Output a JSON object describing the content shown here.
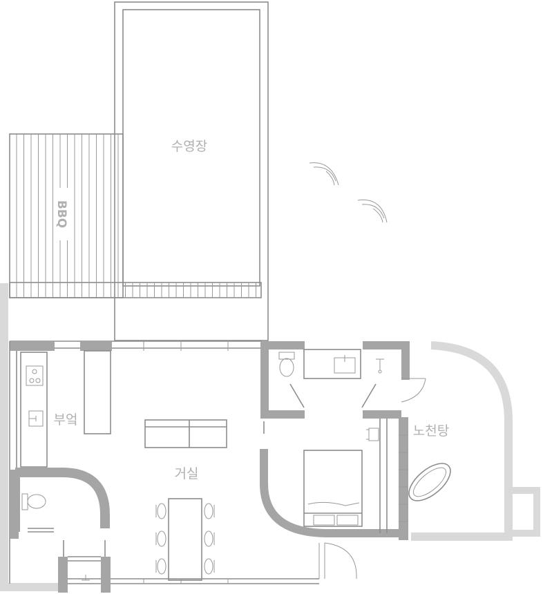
{
  "rooms": {
    "pool": "수영장",
    "bbq": "BBQ",
    "kitchen": "부엌",
    "living": "거실",
    "outdoor_bath": "노천탕"
  },
  "colors": {
    "wall": "#a5a5a5",
    "line": "#8c8c8c",
    "outdoor_wall": "#d9d9d9",
    "label": "#b0b0b0"
  },
  "icons": [
    "plant-icon",
    "plant-icon",
    "toilet-icon",
    "toilet-icon",
    "sink-icon",
    "cooktop-icon",
    "shower-icon",
    "bathtub-icon",
    "sofa-icon",
    "dining-table-icon",
    "bed-icon",
    "door-swing-icon"
  ]
}
